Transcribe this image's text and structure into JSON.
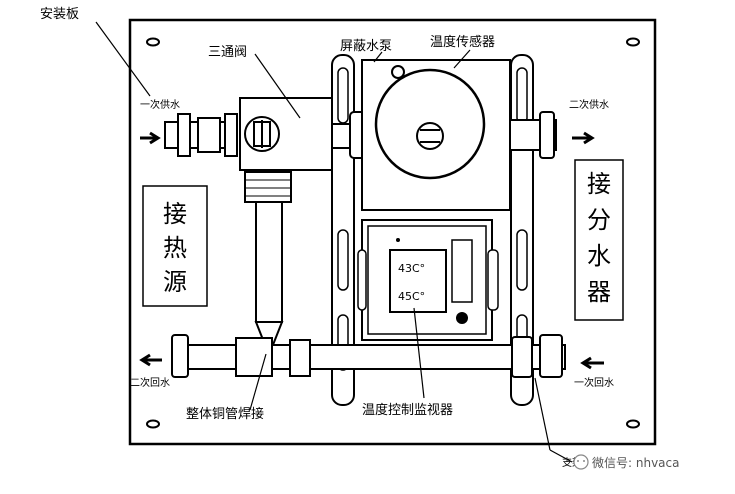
{
  "labels": {
    "mounting_plate": "安装板",
    "three_way_valve": "三通阀",
    "shielded_pump": "屏蔽水泵",
    "temp_sensor": "温度传感器",
    "primary_supply": "一次供水",
    "secondary_supply": "二次供水",
    "secondary_return": "二次回水",
    "primary_return": "一次回水",
    "copper_weld": "整体铜管焊接",
    "temp_controller": "温度控制监视器",
    "bracket": "支架"
  },
  "boxes": {
    "heat_source": [
      "接",
      "热",
      "源"
    ],
    "distributor": [
      "接",
      "分",
      "水",
      "器"
    ]
  },
  "display": {
    "reading_1": "43C°",
    "reading_2": "45C°"
  },
  "watermark": {
    "text": "微信号: nhvaca"
  }
}
